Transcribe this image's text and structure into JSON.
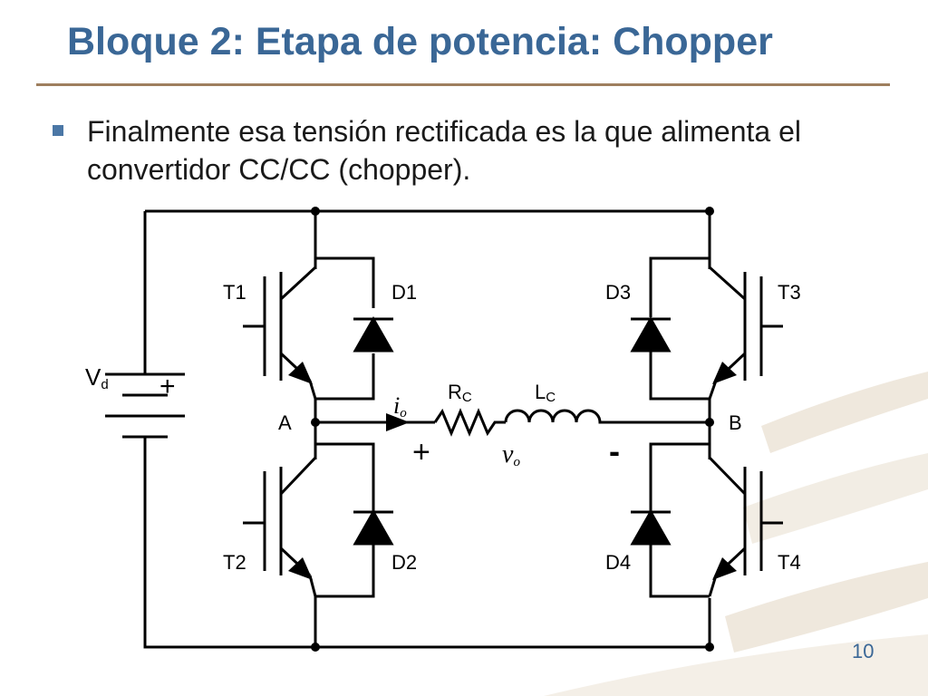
{
  "slide": {
    "title": "Bloque 2: Etapa de potencia: Chopper",
    "bullet": "Finalmente esa tensión rectificada es la que alimenta el convertidor CC/CC (chopper).",
    "page_number": "10",
    "title_color": "#3a6796",
    "rule_color": "#9e7f5e"
  },
  "circuit": {
    "source": {
      "label": "V",
      "sub": "d",
      "plus": "+"
    },
    "transistors": [
      "T1",
      "T2",
      "T3",
      "T4"
    ],
    "diodes": [
      "D1",
      "D2",
      "D3",
      "D4"
    ],
    "nodes": [
      "A",
      "B"
    ],
    "current": {
      "label": "i",
      "sub": "o"
    },
    "resistor": {
      "label": "R",
      "sub": "C"
    },
    "inductor": {
      "label": "L",
      "sub": "C"
    },
    "voltage": {
      "label": "v",
      "sub": "o",
      "plus": "+",
      "minus": "-"
    }
  }
}
